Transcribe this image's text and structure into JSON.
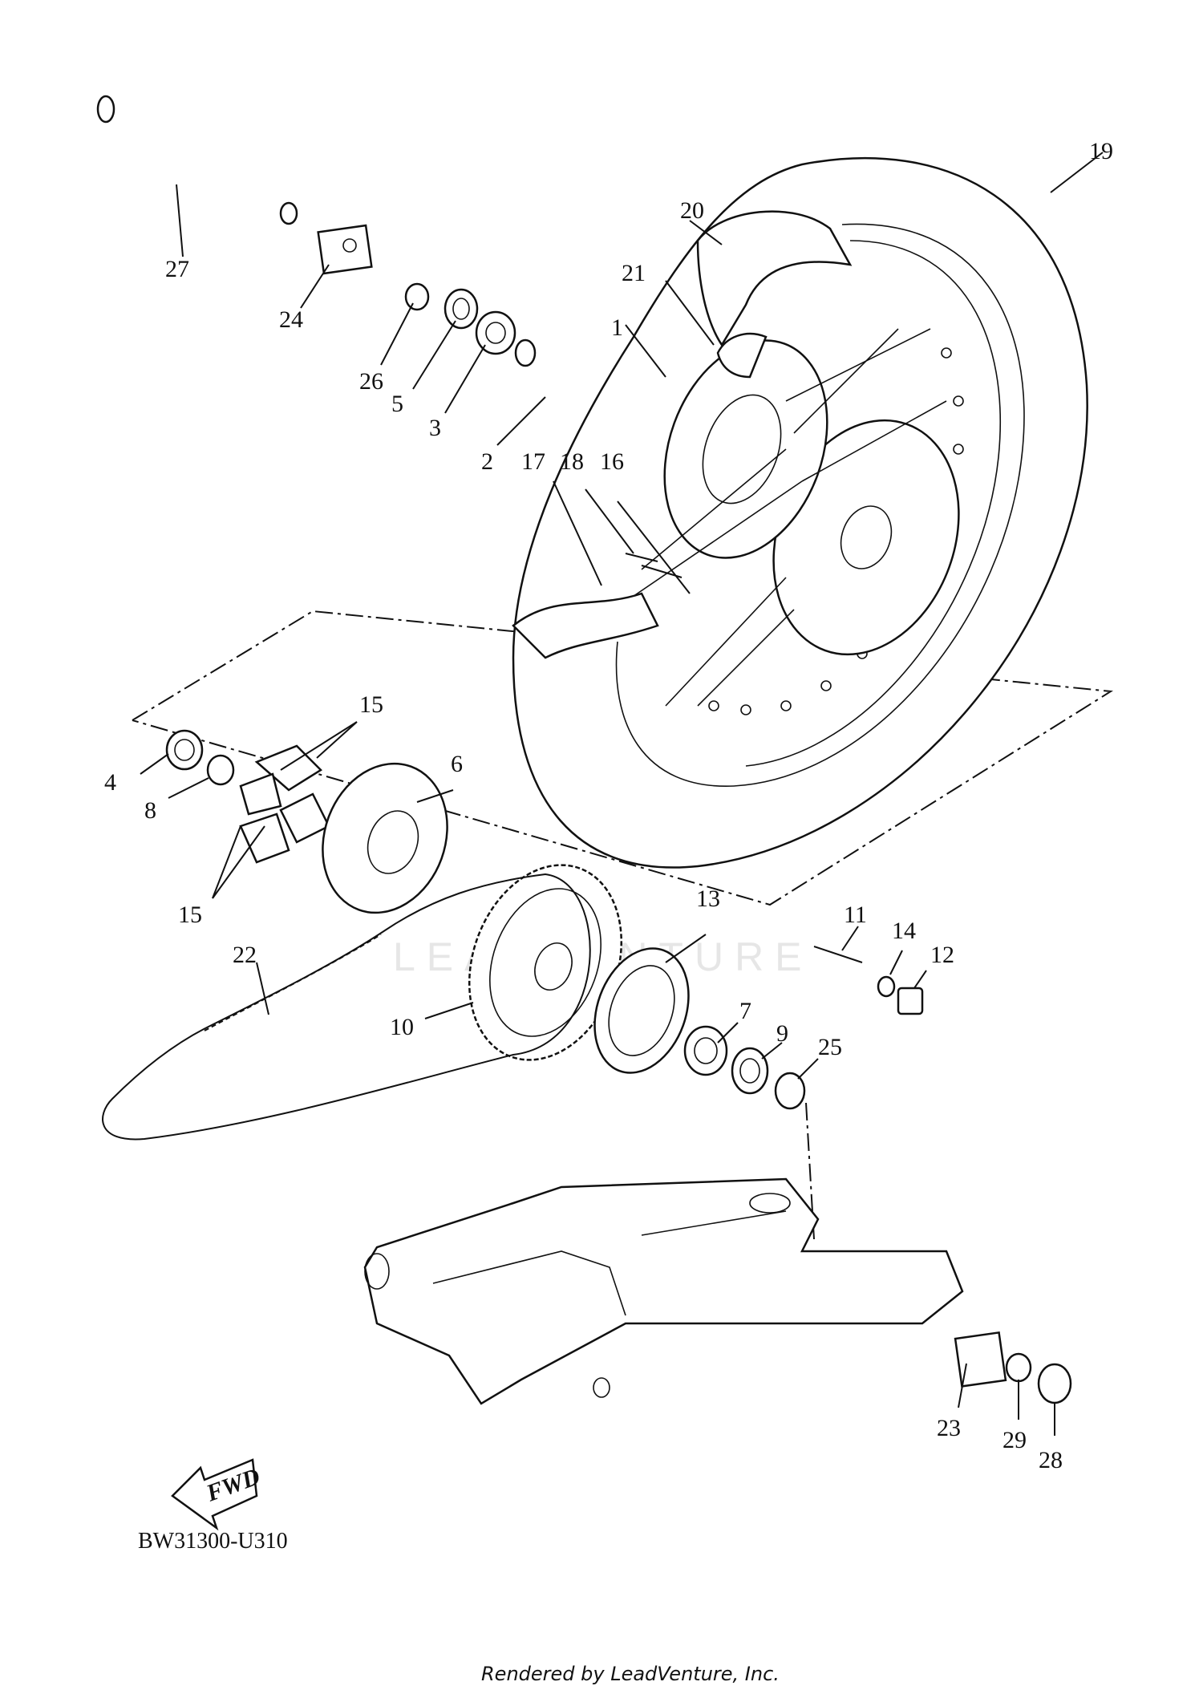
{
  "diagram_code": "BW31300-U310",
  "footer_text": "Rendered by LeadVenture, Inc.",
  "watermark_text": "LEADVENTURE",
  "fwd_label": "FWD",
  "callouts": {
    "c1": "1",
    "c2": "2",
    "c3": "3",
    "c4": "4",
    "c5": "5",
    "c6": "6",
    "c7": "7",
    "c8": "8",
    "c9": "9",
    "c10": "10",
    "c11": "11",
    "c12": "12",
    "c13": "13",
    "c14": "14",
    "c15a": "15",
    "c15b": "15",
    "c16": "16",
    "c17": "17",
    "c18": "18",
    "c19": "19",
    "c20": "20",
    "c21": "21",
    "c22": "22",
    "c23": "23",
    "c24": "24",
    "c25": "25",
    "c26": "26",
    "c27": "27",
    "c28": "28",
    "c29": "29"
  }
}
